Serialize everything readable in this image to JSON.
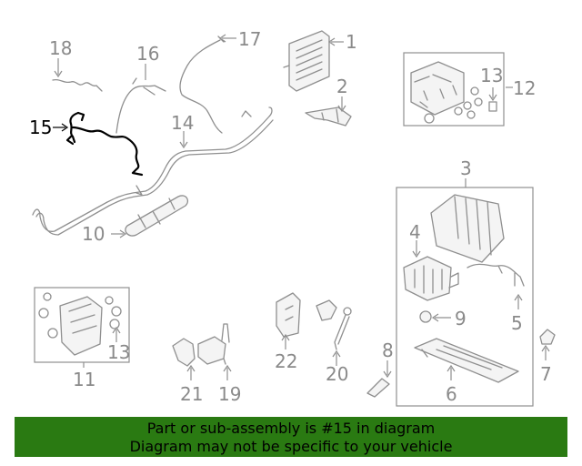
{
  "callouts": {
    "c1": "1",
    "c2": "2",
    "c3": "3",
    "c4": "4",
    "c5": "5",
    "c6": "6",
    "c7": "7",
    "c8": "8",
    "c9": "9",
    "c10": "10",
    "c11": "11",
    "c12": "12",
    "c13a": "13",
    "c13b": "13",
    "c14": "14",
    "c15": "15",
    "c16": "16",
    "c17": "17",
    "c18": "18",
    "c19": "19",
    "c20": "20",
    "c21": "21",
    "c22": "22"
  },
  "banner": {
    "line1": "Part or sub-assembly is #15 in diagram",
    "line2": "Diagram may not be specific to your vehicle"
  },
  "colors": {
    "banner_bg": "#2a7a12",
    "parts": "#8f8f8f",
    "highlight": "#000000"
  }
}
